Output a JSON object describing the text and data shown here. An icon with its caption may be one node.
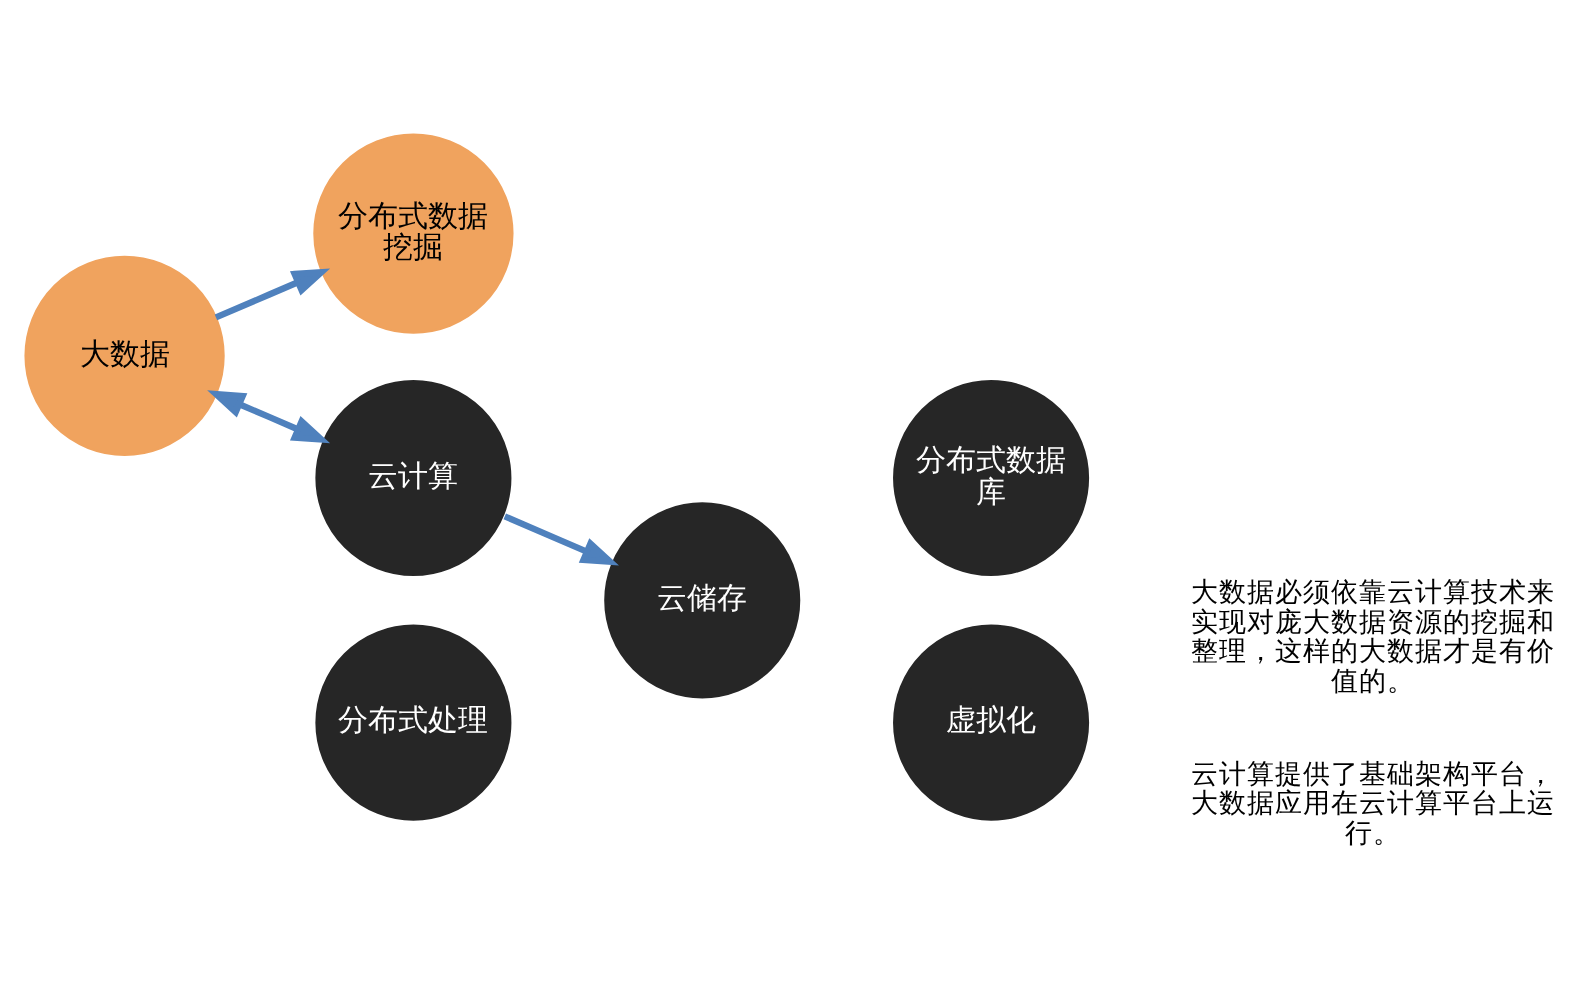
{
  "diagram": {
    "nodes": [
      {
        "text": [
          "大数据"
        ]
      },
      {
        "text": [
          "分布式数据挖掘"
        ]
      },
      {
        "text": [
          "云计算"
        ]
      },
      {
        "text": [
          "分布式处理"
        ]
      },
      {
        "text": [
          "分布式数据库"
        ]
      },
      {
        "text": [
          "虚拟化"
        ]
      },
      {
        "text": [
          "云储存"
        ]
      }
    ],
    "edges": [
      {
        "from": 0,
        "to": 1,
        "arrow": "to"
      },
      {
        "from": 0,
        "to": 2,
        "arrow": "both"
      },
      {
        "from": 2,
        "to": 6,
        "arrow": "to"
      }
    ],
    "labels": [
      "大数据必须依靠云计算技术来实现对庞大数据资源的挖掘和整理，这样的大数据才是有价值的。",
      "云计算提供了基础架构平台，大数据应用在云计算平台上运行。"
    ]
  }
}
